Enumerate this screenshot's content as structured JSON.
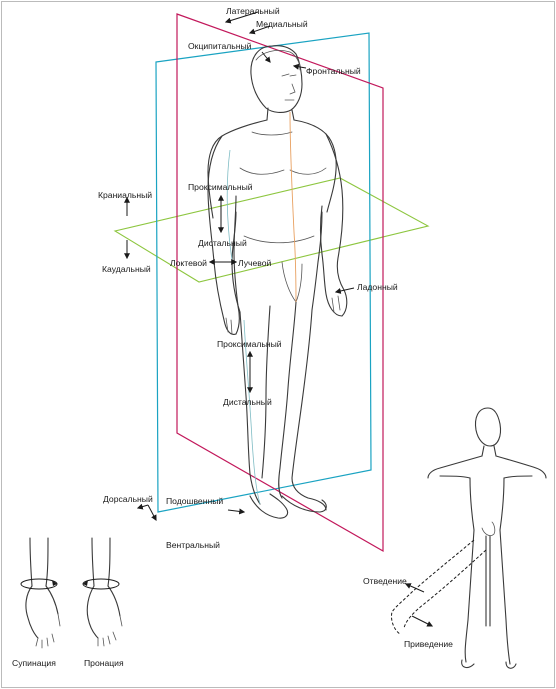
{
  "colors": {
    "sagittal_plane": "#c2185b",
    "frontal_plane": "#1aa3c2",
    "transverse_plane": "#8dc63f",
    "midline": "#e8a060",
    "outline": "#3a3a3a"
  },
  "labels": {
    "lateral": "Латеральный",
    "medial": "Медиальный",
    "occipital": "Окципитальный",
    "frontal": "Фронтальный",
    "cranial": "Краниальный",
    "caudal": "Каудальный",
    "proximal_arm": "Проксимальный",
    "distal_arm": "Дистальный",
    "ulnar": "Локтевой",
    "radial": "Лучевой",
    "palmar": "Ладонный",
    "proximal_leg": "Проксимальный",
    "distal_leg": "Дистальный",
    "dorsal": "Дорсальный",
    "plantar": "Подошвенный",
    "ventral": "Вентральный",
    "supination": "Супинация",
    "pronation": "Пронация",
    "abduction": "Отведение",
    "adduction": "Приведение"
  }
}
